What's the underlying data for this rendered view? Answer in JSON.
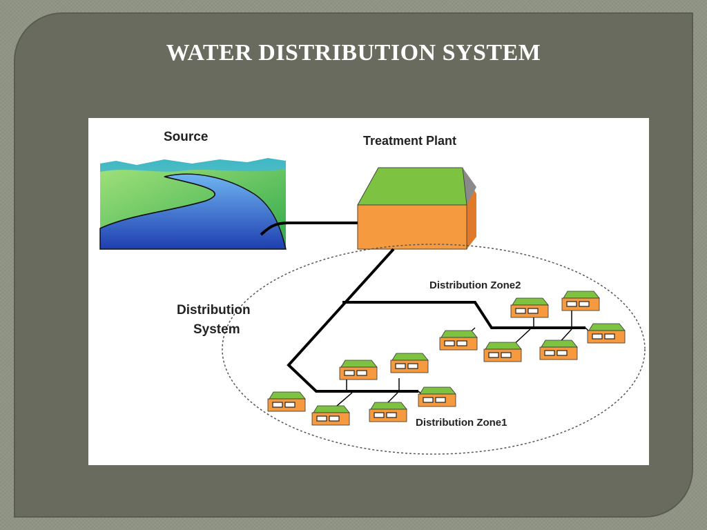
{
  "slide": {
    "title": "WATER DISTRIBUTION SYSTEM"
  },
  "diagram": {
    "labels": {
      "source": "Source",
      "treatment_plant": "Treatment Plant",
      "distribution_system_line1": "Distribution",
      "distribution_system_line2": "System",
      "zone2": "Distribution Zone2",
      "zone1": "Distribution Zone1"
    },
    "colors": {
      "roof_green": "#7ec242",
      "wall_orange": "#f59a3e",
      "water_blue": "#2f6fd6",
      "land_green": "#4fb848",
      "pipe": "#000000"
    }
  }
}
